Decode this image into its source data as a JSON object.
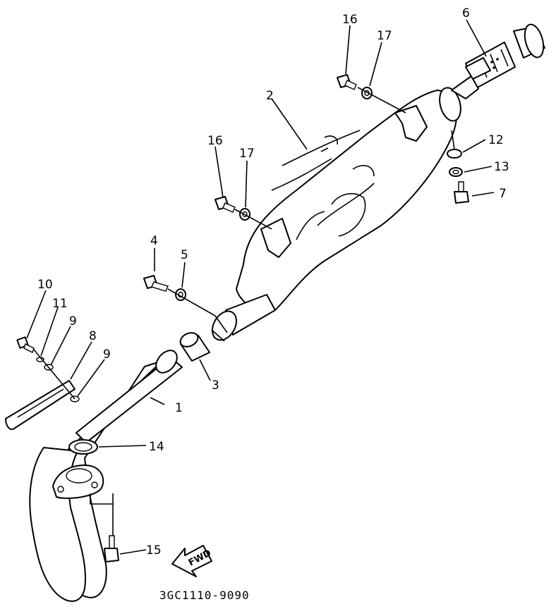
{
  "diagram": {
    "drawing_code": "3GC1110-9090",
    "fwd_label": "FWD",
    "callouts": [
      "1",
      "2",
      "3",
      "4",
      "5",
      "6",
      "7",
      "8",
      "9",
      "9",
      "10",
      "11",
      "12",
      "13",
      "14",
      "15",
      "16",
      "16",
      "17",
      "17"
    ]
  }
}
